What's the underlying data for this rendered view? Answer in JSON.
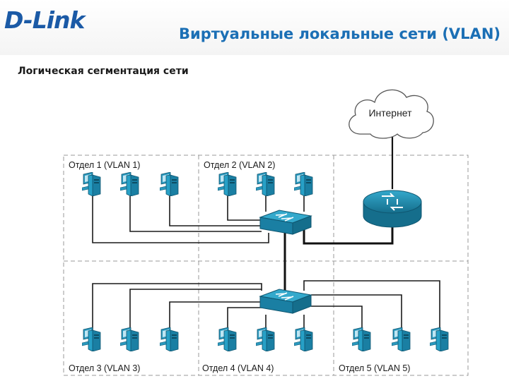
{
  "header": {
    "logo_text": "D-Link",
    "title": "Виртуальные локальные сети (VLAN)"
  },
  "subtitle": "Логическая сегментация сети",
  "diagram": {
    "cloud_label": "Интернет",
    "departments": [
      {
        "label": "Отдел 1 (VLAN 1)"
      },
      {
        "label": "Отдел 2 (VLAN 2)"
      },
      {
        "label": "Отдел 3 (VLAN 3)"
      },
      {
        "label": "Отдел 4 (VLAN 4)"
      },
      {
        "label": "Отдел 5 (VLAN 5)"
      }
    ]
  },
  "colors": {
    "title": "#1b6fb5",
    "device_fill": "#1f8db0",
    "device_dark": "#156e8c",
    "grid_line": "#9a9a9a"
  },
  "icons": [
    "computer-icon",
    "switch-icon",
    "router-icon",
    "cloud-icon"
  ]
}
